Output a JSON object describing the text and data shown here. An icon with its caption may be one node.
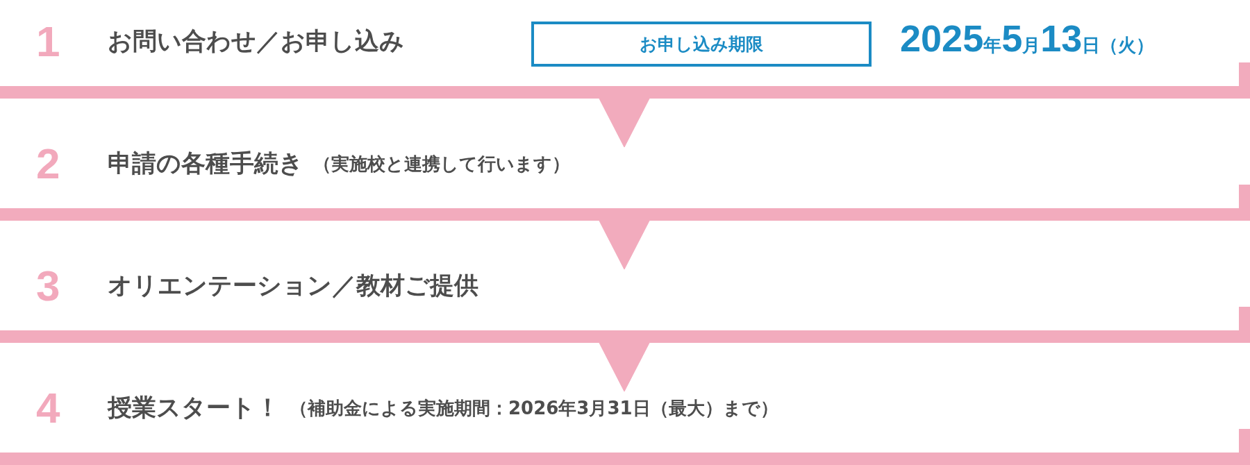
{
  "diagram": {
    "nodes": [
      {
        "text": [
          "1",
          "お問い合わせ／お申し込み",
          "2025年5月13日（火）"
        ]
      },
      {
        "text": [
          "お申し込み期限"
        ],
        "in": 0
      },
      {
        "text": [
          "2",
          "申請の各種手続き",
          "（実施校と連携して行います）"
        ]
      },
      {
        "text": [
          "3",
          "オリエンテーション／教材ご提供"
        ]
      },
      {
        "text": [
          "4",
          "授業スタート！",
          "（補助金による実施期間：2026年3月31日（最大）まで）"
        ]
      }
    ],
    "edges": [
      {
        "from": 0,
        "to": 2,
        "arrow": "to"
      },
      {
        "from": 2,
        "to": 3,
        "arrow": "to"
      },
      {
        "from": 3,
        "to": 4,
        "arrow": "to"
      }
    ]
  }
}
